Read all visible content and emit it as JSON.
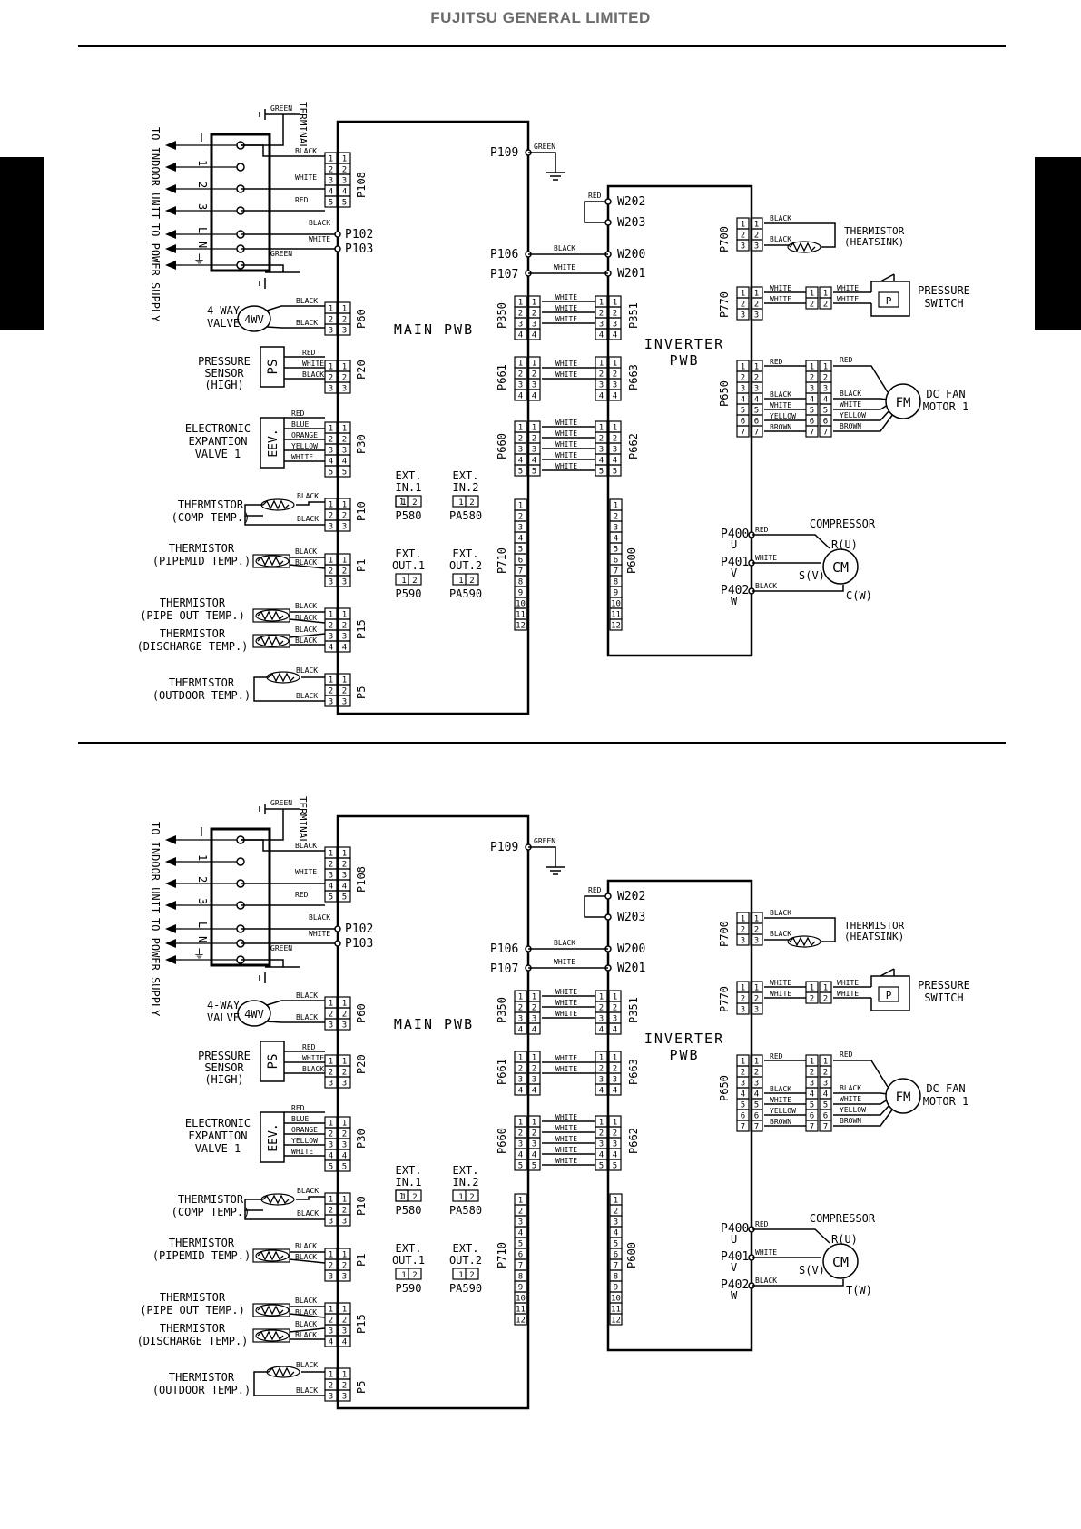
{
  "header": "FUJITSU GENERAL LIMITED",
  "labels": {
    "terminal": "TERMINAL",
    "to_indoor": "TO INDOOR UNIT",
    "to_power": "TO POWER SUPPLY",
    "t1": "1",
    "t2": "2",
    "t3": "3",
    "tL": "L",
    "tN": "N",
    "main_pwb": "MAIN PWB",
    "inverter_pwb_1": "INVERTER",
    "inverter_pwb_2": "PWB",
    "fourwv_1": "4-WAY",
    "fourwv_2": "VALVE",
    "fourwv_sym": "4WV",
    "ps_1": "PRESSURE",
    "ps_2": "SENSOR",
    "ps_3": "(HIGH)",
    "ps_sym": "PS",
    "eev_1": "ELECTRONIC",
    "eev_2": "EXPANTION",
    "eev_3": "VALVE 1",
    "eev_sym": "EEV.",
    "th_comp_1": "THERMISTOR",
    "th_comp_2": "(COMP TEMP.)",
    "th_pipemid_1": "THERMISTOR",
    "th_pipemid_2": "(PIPEMID TEMP.)",
    "th_pipeout_1": "THERMISTOR",
    "th_pipeout_2": "(PIPE OUT TEMP.)",
    "th_dis_1": "THERMISTOR",
    "th_dis_2": "(DISCHARGE TEMP.)",
    "th_out_1": "THERMISTOR",
    "th_out_2": "(OUTDOOR TEMP.)",
    "th_hs_1": "THERMISTOR",
    "th_hs_2": "(HEATSINK)",
    "psw_1": "PRESSURE",
    "psw_2": "SWITCH",
    "fm_1": "DC FAN",
    "fm_2": "MOTOR 1",
    "fm_sym": "FM",
    "compressor": "COMPRESSOR",
    "cm_sym": "CM",
    "ru": "R(U)",
    "sv": "S(V)",
    "cw_top": "C(W)",
    "cw_bottom": "T(W)",
    "ext_in": "EXT.",
    "in1": "IN.1",
    "in2": "IN.2",
    "out1": "OUT.1",
    "out2": "OUT.2",
    "w": "W",
    "u": "U",
    "v": "V"
  },
  "connectors": {
    "P108": "P108",
    "P102": "P102",
    "P103": "P103",
    "P109": "P109",
    "P60": "P60",
    "P20": "P20",
    "P30": "P30",
    "P10": "P10",
    "P1": "P1",
    "P15": "P15",
    "P5": "P5",
    "P350": "P350",
    "P661": "P661",
    "P660": "P660",
    "P710": "P710",
    "P351": "P351",
    "P663": "P663",
    "P662": "P662",
    "P600": "P600",
    "P106": "P106",
    "P107": "P107",
    "W202": "W202",
    "W203": "W203",
    "W200": "W200",
    "W201": "W201",
    "P700": "P700",
    "P770": "P770",
    "P650": "P650",
    "P400": "P400",
    "P401": "P401",
    "P402": "P402",
    "P580": "P580",
    "PA580": "PA580",
    "P590": "P590",
    "PA590": "PA590"
  },
  "wires": {
    "green": "GREEN",
    "black": "BLACK",
    "white": "WHITE",
    "red": "RED",
    "blue": "BLUE",
    "orange": "ORANGE",
    "yellow": "YELLOW",
    "brown": "BROWN"
  }
}
